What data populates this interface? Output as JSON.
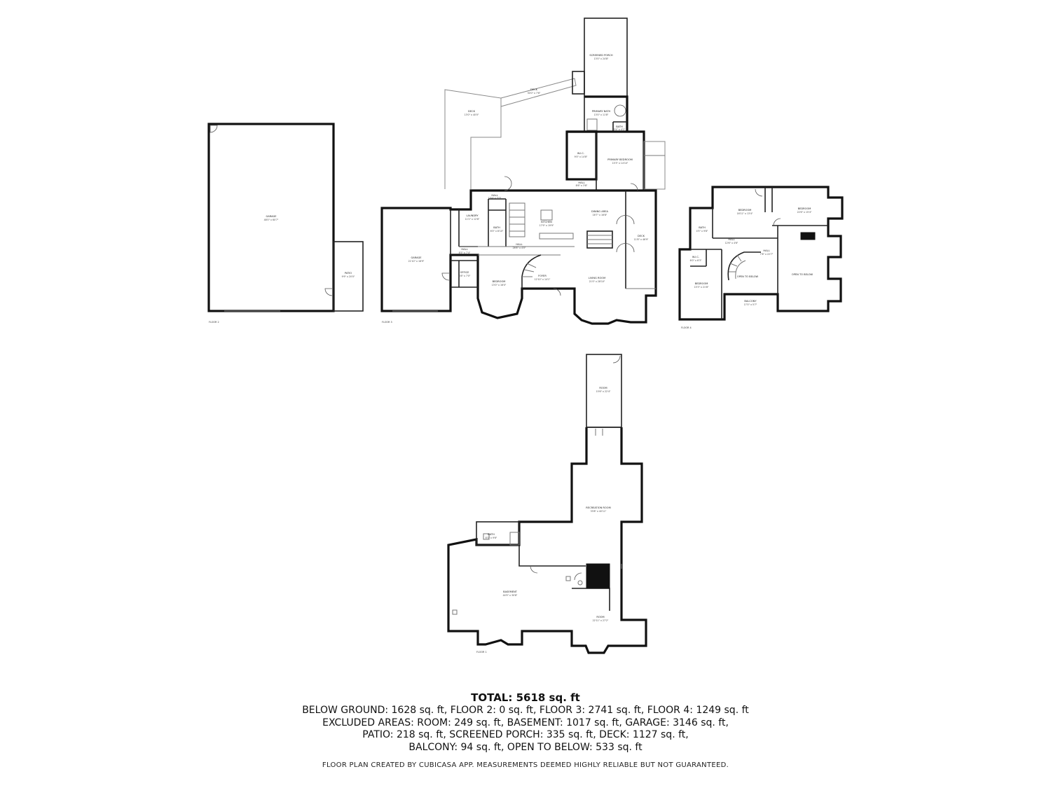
{
  "floor_labels": {
    "floor2": "FLOOR 2",
    "floor3": "FLOOR 3",
    "floor4": "FLOOR 4",
    "floor1": "FLOOR 1"
  },
  "rooms": {
    "garage_large": {
      "name": "GARAGE",
      "dims": "48'0\" x 60'7\""
    },
    "patio": {
      "name": "PATIO",
      "dims": "9'9\" x 20'0\""
    },
    "garage_small": {
      "name": "GARAGE",
      "dims": "21'10\" x 18'9\""
    },
    "laundry": {
      "name": "LAUNDRY",
      "dims": "11'2\" x 12'8\""
    },
    "hall_a": {
      "name": "HALL",
      "dims": "13'4\" x 3'3\""
    },
    "bath_main": {
      "name": "BATH",
      "dims": "6'0\" x 8'10\""
    },
    "kitchen": {
      "name": "KITCHEN",
      "dims": "17'9\" x 19'9\""
    },
    "dining": {
      "name": "DINING AREA",
      "dims": "16'7\" x 16'8\""
    },
    "deck_front": {
      "name": "DECK",
      "dims": "11'8\" x 46'9\""
    },
    "hall_b": {
      "name": "HALL",
      "dims": "8'5\" x 7'4\""
    },
    "office": {
      "name": "OFFICE",
      "dims": "8'8\" x 7'0\""
    },
    "hall_c": {
      "name": "HALL",
      "dims": "26'6\" x 4'0\""
    },
    "bedroom_main": {
      "name": "BEDROOM",
      "dims": "13'0\" x 16'0\""
    },
    "foyer": {
      "name": "FOYER",
      "dims": "12'10\" x 14'1\""
    },
    "living": {
      "name": "LIVING ROOM",
      "dims": "21'0\" x 28'10\""
    },
    "deck_rear": {
      "name": "DECK",
      "dims": "13'0\" x 40'0\""
    },
    "deck_bridge": {
      "name": "DECK",
      "dims": "30'0\" x 7'6\""
    },
    "screened_porch": {
      "name": "SCREENED PORCH",
      "dims": "13'0\" x 24'8\""
    },
    "primary_bath": {
      "name": "PRIMARY BATH",
      "dims": "13'0\" x 11'8\""
    },
    "bath_small": {
      "name": "BATH",
      "dims": "5'4\" x 4'1\""
    },
    "wic": {
      "name": "W.I.C.",
      "dims": "9'0\" x 14'8\""
    },
    "primary_bedroom": {
      "name": "PRIMARY BEDROOM",
      "dims": "15'3\" x 14'10\""
    },
    "hall_d": {
      "name": "HALL",
      "dims": "8'6\" x 3'8\""
    },
    "bedroom_u1": {
      "name": "BEDROOM",
      "dims": "16'11\" x 13'4\""
    },
    "bedroom_u2": {
      "name": "BEDROOM",
      "dims": "22'6\" x 15'4\""
    },
    "bath_u": {
      "name": "BATH",
      "dims": "4'5\" x 9'8\""
    },
    "hall_u1": {
      "name": "HALL",
      "dims": "12'6\" x 4'6\""
    },
    "hall_u2": {
      "name": "HALL",
      "dims": "7'6\" x 22'7\""
    },
    "wic_u": {
      "name": "W.I.C.",
      "dims": "6'0\" x 6'3\""
    },
    "bedroom_u3": {
      "name": "BEDROOM",
      "dims": "15'3\" x 21'8\""
    },
    "open_below_a": {
      "name": "OPEN TO BELOW",
      "dims": ""
    },
    "open_below_b": {
      "name": "OPEN TO BELOW",
      "dims": ""
    },
    "balcony": {
      "name": "BALCONY",
      "dims": "17'0\" x 5'7\""
    },
    "room_top": {
      "name": "ROOM",
      "dims": "15'6\" x 22'4\""
    },
    "recreation": {
      "name": "RECREATION ROOM",
      "dims": "33'8\" x 40'11\""
    },
    "bath_b": {
      "name": "BATH",
      "dims": "8'1\" x 9'6\""
    },
    "basement": {
      "name": "BASEMENT",
      "dims": "44'9\" x 30'8\""
    },
    "room_b": {
      "name": "ROOM",
      "dims": "22'11\" x 27'2\""
    }
  },
  "summary": {
    "total": "TOTAL: 5618 sq. ft",
    "line1": "BELOW GROUND: 1628 sq. ft, FLOOR 2: 0 sq. ft, FLOOR 3: 2741 sq. ft, FLOOR 4: 1249 sq. ft",
    "line2": "EXCLUDED AREAS: ROOM: 249 sq. ft, BASEMENT: 1017 sq. ft, GARAGE: 3146 sq. ft,",
    "line3": "PATIO: 218 sq. ft, SCREENED PORCH: 335 sq. ft, DECK: 1127 sq. ft,",
    "line4": "BALCONY: 94 sq. ft, OPEN TO BELOW: 533 sq. ft"
  },
  "credit": "FLOOR PLAN CREATED BY CUBICASA APP. MEASUREMENTS DEEMED HIGHLY RELIABLE BUT NOT GUARANTEED."
}
